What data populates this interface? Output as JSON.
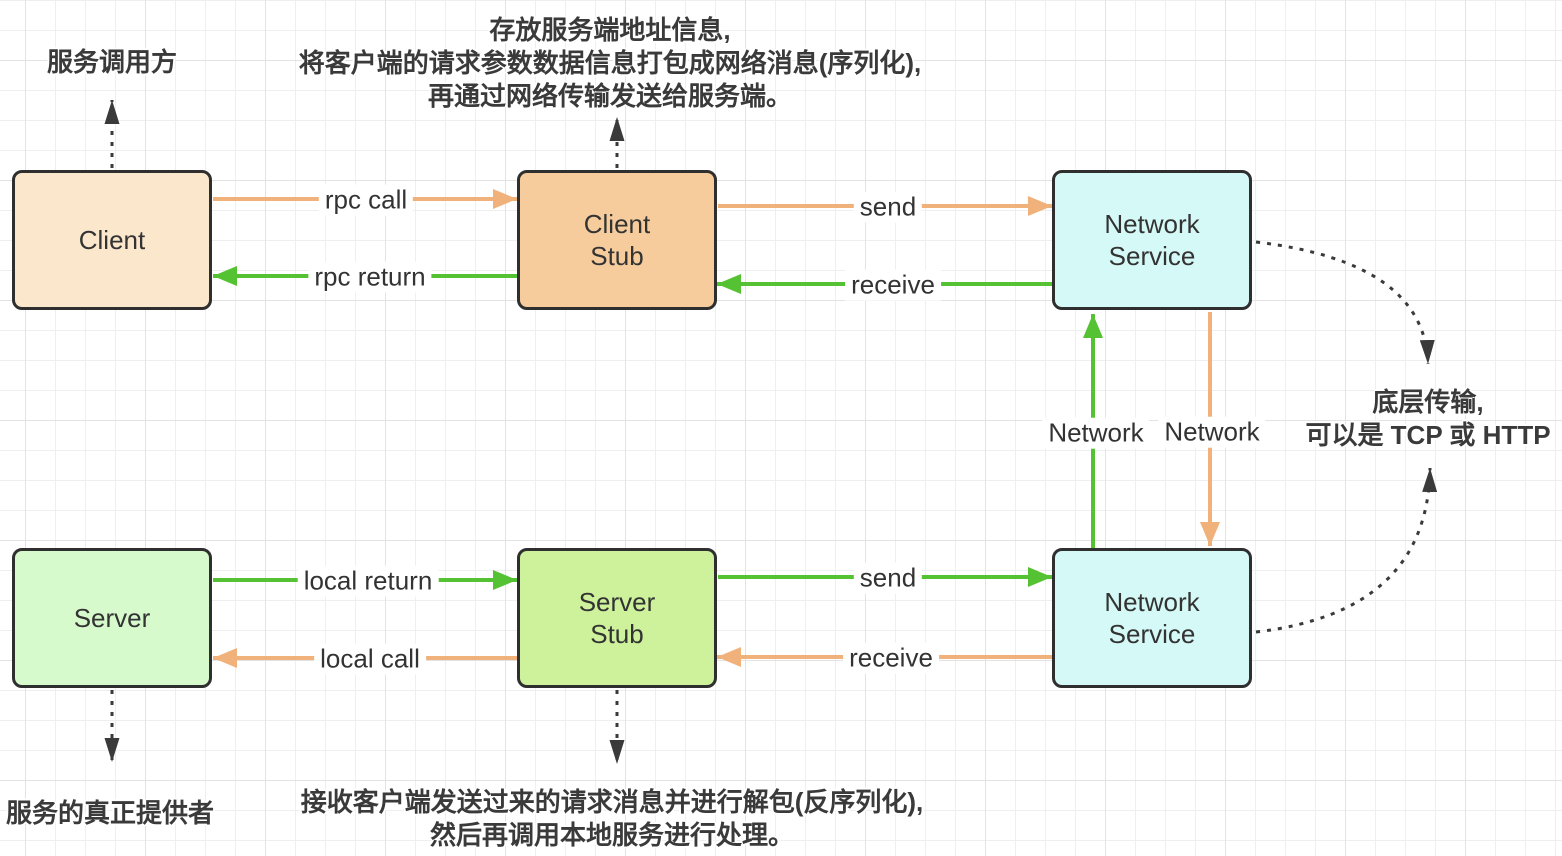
{
  "colors": {
    "orange_arrow": "#F0B27A",
    "green_arrow": "#54C232",
    "dotted_arrow": "#3a3a3a",
    "box_border": "#2f2f2f",
    "client_fill": "#FAE7CC",
    "client_stub_fill": "#F6CC9C",
    "network_service_fill": "#D5F9F6",
    "server_fill": "#D7FACD",
    "server_stub_fill": "#CDF29B"
  },
  "boxes": {
    "client": {
      "label": "Client"
    },
    "client_stub": {
      "label": "Client\nStub"
    },
    "network_service_top": {
      "label": "Network\nService"
    },
    "server": {
      "label": "Server"
    },
    "server_stub": {
      "label": "Server\nStub"
    },
    "network_service_bottom": {
      "label": "Network\nService"
    }
  },
  "arrows": {
    "rpc_call": "rpc call",
    "rpc_return": "rpc return",
    "send_top": "send",
    "receive_top": "receive",
    "local_return": "local return",
    "local_call": "local call",
    "send_bottom": "send",
    "receive_bottom": "receive",
    "network_up": "Network",
    "network_down": "Network"
  },
  "annotations": {
    "caller": "服务调用方",
    "client_stub_note_line1": "存放服务端地址信息,",
    "client_stub_note_line2": "将客户端的请求参数数据信息打包成网络消息(序列化),",
    "client_stub_note_line3": "再通过网络传输发送给服务端。",
    "transport_line1": "底层传输,",
    "transport_line2": "可以是 TCP 或 HTTP",
    "provider": "服务的真正提供者",
    "server_stub_note_line1": "接收客户端发送过来的请求消息并进行解包(反序列化),",
    "server_stub_note_line2": "然后再调用本地服务进行处理。"
  }
}
